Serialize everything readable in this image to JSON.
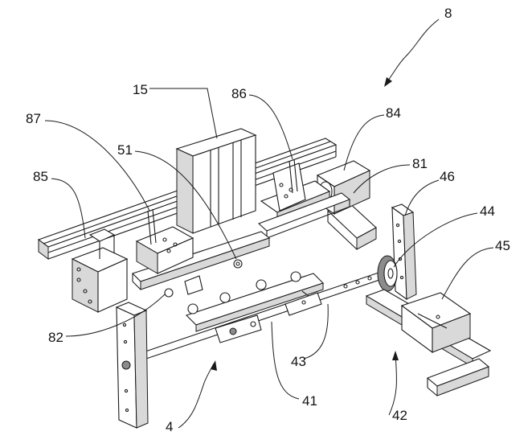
{
  "figure": {
    "labels": {
      "l8": "8",
      "l15": "15",
      "l86": "86",
      "l84": "84",
      "l87": "87",
      "l51": "51",
      "l81": "81",
      "l46": "46",
      "l85": "85",
      "l44": "44",
      "l45": "45",
      "l82": "82",
      "l43": "43",
      "l41": "41",
      "l42": "42",
      "l4": "4"
    }
  }
}
